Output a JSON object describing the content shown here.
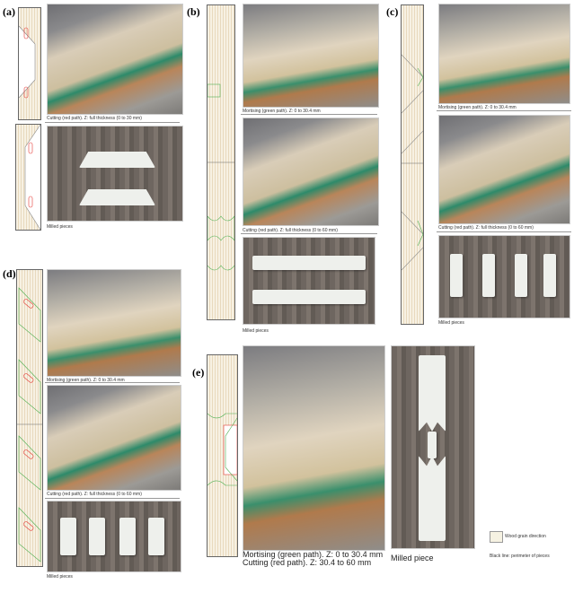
{
  "panels": {
    "a": {
      "label": "(a)",
      "captions": [
        "Cutting (red path). Z: full thickness (0 to 30 mm)",
        "Milled pieces"
      ]
    },
    "b": {
      "label": "(b)",
      "captions": [
        "Mortising (green path). Z: 0 to 30.4 mm",
        "Cutting (red path). Z: full thickness (0 to 60 mm)",
        "Milled pieces"
      ]
    },
    "c": {
      "label": "(c)",
      "captions": [
        "Mortising (green path). Z: 0 to 30.4 mm",
        "Cutting (red path). Z: full thickness (0 to 60 mm)",
        "Milled pieces"
      ]
    },
    "d": {
      "label": "(d)",
      "captions": [
        "Mortising (green path). Z: 0 to 30.4 mm",
        "Cutting (red path). Z: full thickness (0 to 60 mm)",
        "Milled pieces"
      ]
    },
    "e": {
      "label": "(e)",
      "captions": [
        "Mortising (green path). Z: 0 to 30.4 mm",
        "Cutting (red path). Z: 30.4 to 60 mm",
        "Milled piece"
      ]
    }
  },
  "legend": {
    "wood_grain": "Wood grain direction",
    "black_line": "Black line: perimeter of pieces"
  },
  "colors": {
    "mortise_path": "#4caf50",
    "cut_path": "#e53935",
    "perimeter": "#333333"
  }
}
